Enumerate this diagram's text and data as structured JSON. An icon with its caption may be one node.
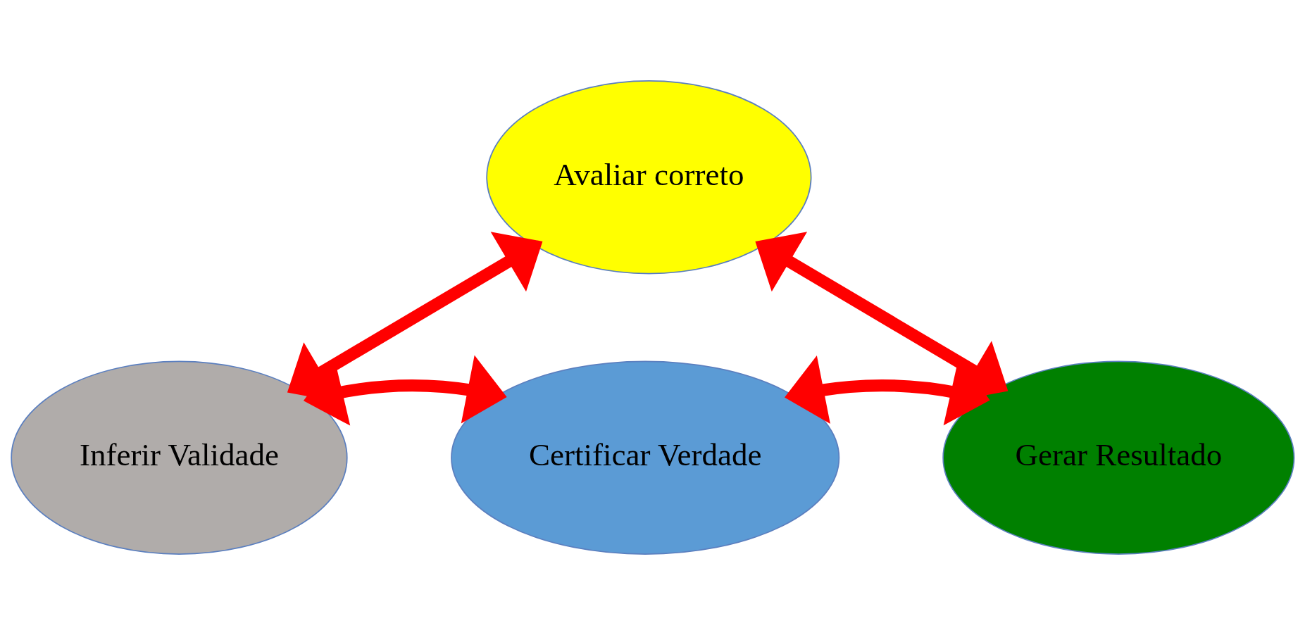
{
  "diagram": {
    "nodes": [
      {
        "text": [
          "Avaliar correto"
        ]
      },
      {
        "text": [
          "Inferir Validade"
        ]
      },
      {
        "text": [
          "Certificar Verdade"
        ]
      },
      {
        "text": [
          "Gerar Resultado"
        ]
      }
    ],
    "edges": [
      {
        "from": 0,
        "to": 1,
        "arrow": "both"
      },
      {
        "from": 0,
        "to": 3,
        "arrow": "both"
      },
      {
        "from": 1,
        "to": 2,
        "arrow": "both"
      },
      {
        "from": 2,
        "to": 3,
        "arrow": "both"
      }
    ]
  }
}
